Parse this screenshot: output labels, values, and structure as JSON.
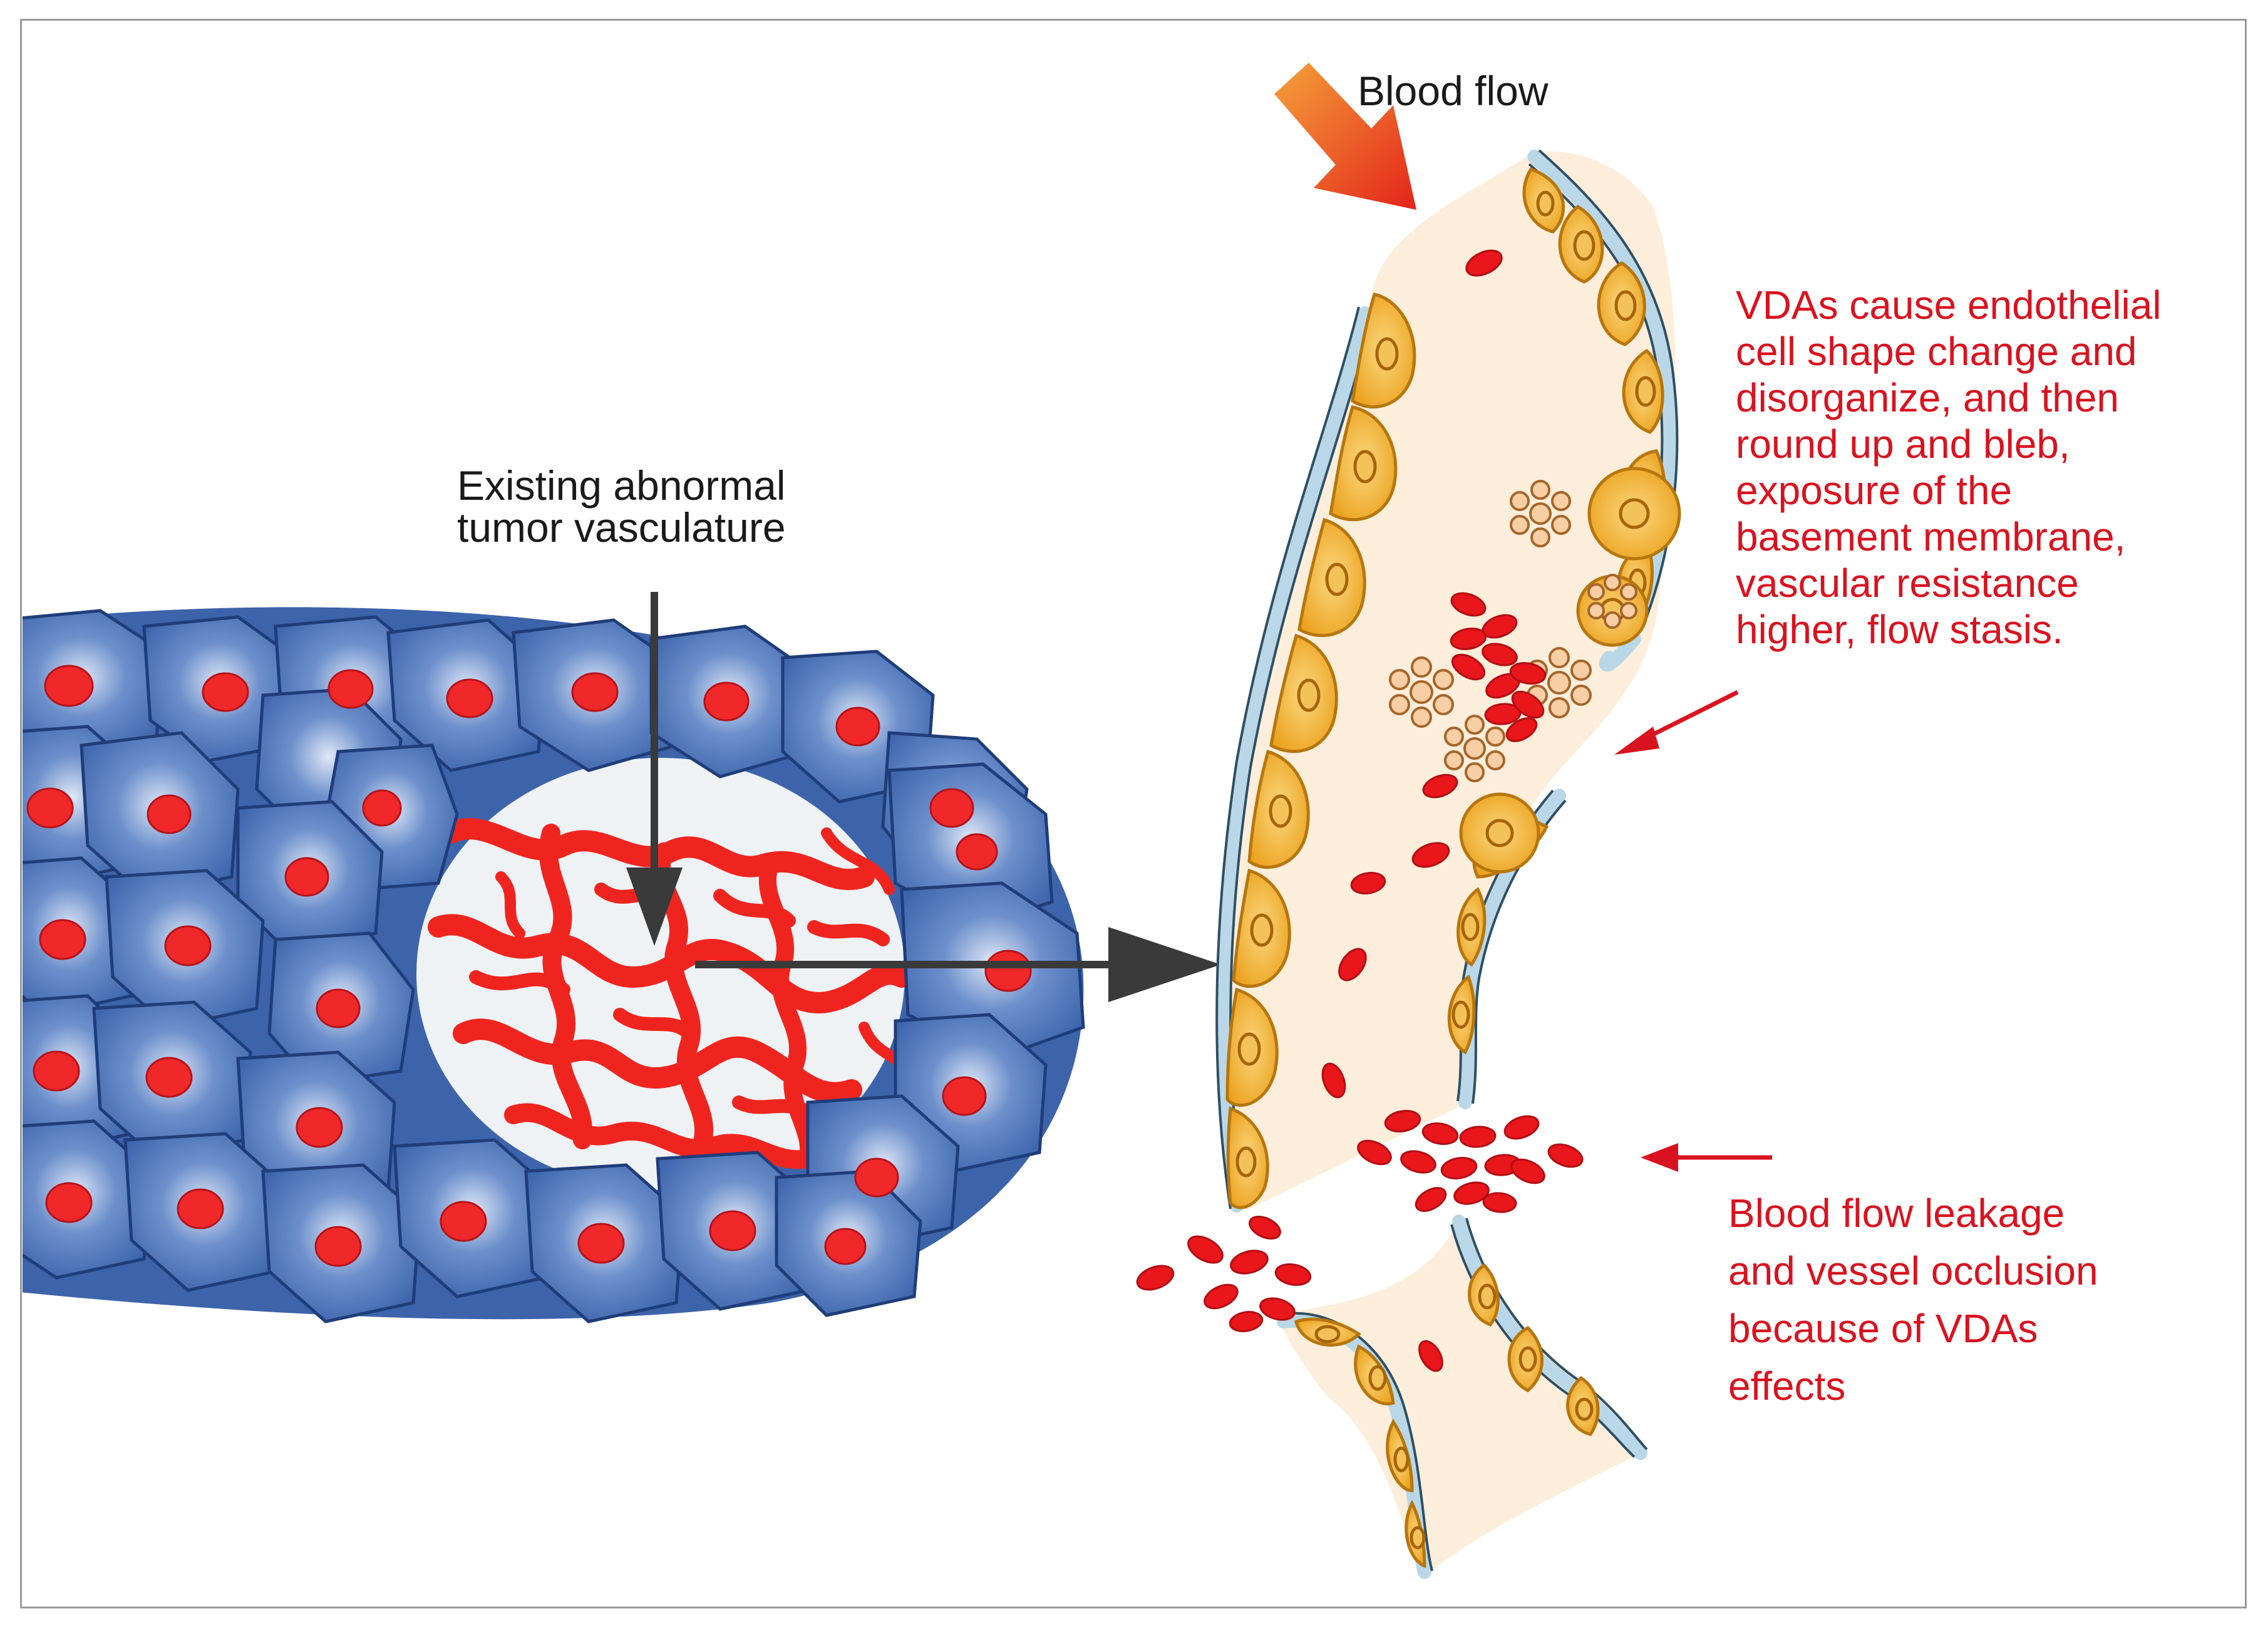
{
  "labels": {
    "blood_flow": "Blood flow",
    "existing_vasculature_line1": "Existing abnormal",
    "existing_vasculature_line2": "tumor vasculature",
    "vda_effects": [
      "VDAs cause endothelial",
      "cell shape change and",
      "disorganize, and then",
      "round up and bleb,",
      "exposure of the",
      "basement membrane,",
      "vascular resistance",
      "higher,  flow stasis."
    ],
    "leakage": [
      "Blood flow leakage",
      "and vessel occlusion",
      "because of VDAs",
      "effects"
    ]
  },
  "colors": {
    "tumor_cell": "#4a72b5",
    "tumor_cell_edge": "#1f3d7a",
    "nucleus": "#f0282a",
    "vessel_red": "#f0241f",
    "vessel_lumen": "#fdebd4",
    "endothelial_cell": "#f2b233",
    "basement_membrane": "#bcd7e6",
    "annotation_red": "#d9121f",
    "flow_arrow": "#ec4a18",
    "pointer_arrow": "#3a3a3a"
  }
}
